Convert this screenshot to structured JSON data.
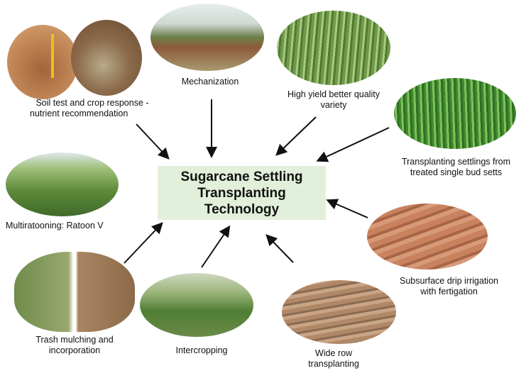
{
  "center": {
    "line1": "Sugarcane Settling",
    "line2": "Transplanting",
    "line3": "Technology",
    "color": "#e2efda"
  },
  "nodes": {
    "soil": {
      "line1": "Soil test and crop response -",
      "line2": "nutrient recommendation"
    },
    "mech": {
      "line1": "Mechanization"
    },
    "yield": {
      "line1": "High yield better quality",
      "line2": "variety"
    },
    "transplant": {
      "line1": "Transplanting settlings from",
      "line2": "treated single bud setts"
    },
    "ratoon": {
      "line1": "Multiratooning: Ratoon V"
    },
    "drip": {
      "line1": "Subsurface drip irrigation",
      "line2": "with fertigation"
    },
    "trash": {
      "line1": "Trash mulching and",
      "line2": "incorporation"
    },
    "intercrop": {
      "line1": "Intercropping"
    },
    "widerow": {
      "line1": "Wide row",
      "line2": "transplanting"
    }
  }
}
